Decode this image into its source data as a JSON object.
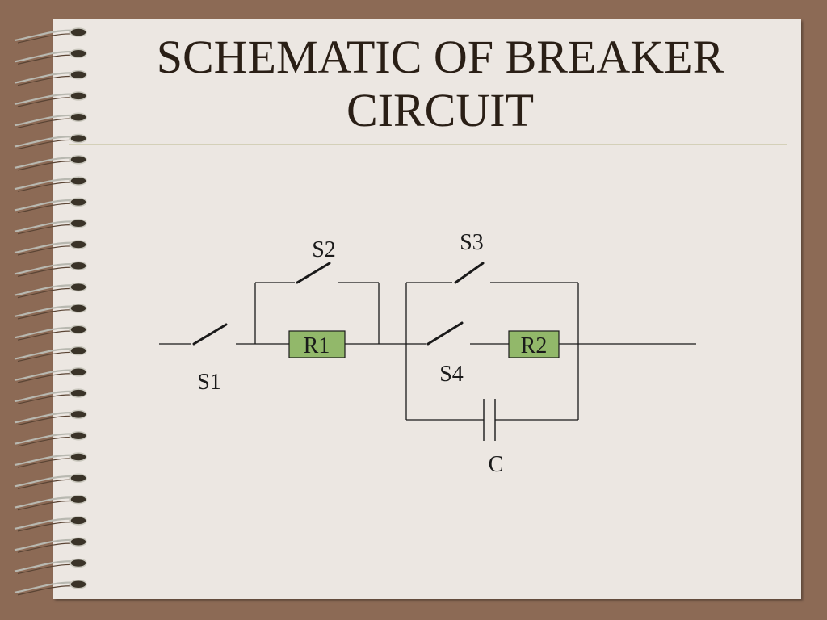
{
  "slide": {
    "title_line1": "SCHEMATIC OF BREAKER",
    "title_line2": "CIRCUIT"
  },
  "diagram": {
    "labels": {
      "s1": "S1",
      "s2": "S2",
      "s3": "S3",
      "s4": "S4",
      "r1": "R1",
      "r2": "R2",
      "c": "C"
    },
    "colors": {
      "line": "#1a1a1a",
      "resistor_fill": "#92b86a",
      "label": "#1a1a1a"
    }
  },
  "decor": {
    "binding": "spiral-coil-icon"
  }
}
